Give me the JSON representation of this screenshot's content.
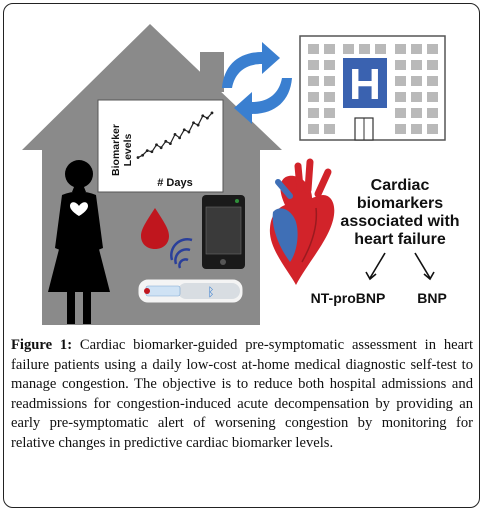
{
  "chart_panel": {
    "ylabel_line1": "Biomarker",
    "ylabel_line2": "Levels",
    "xlabel": "# Days",
    "trend": [
      0.18,
      0.22,
      0.3,
      0.28,
      0.4,
      0.35,
      0.46,
      0.42,
      0.58,
      0.52,
      0.66,
      0.62,
      0.78,
      0.74,
      0.9,
      0.86,
      0.95
    ]
  },
  "hospital": {
    "letter": "H"
  },
  "biomarkers": {
    "line1": "Cardiac",
    "line2": "biomarkers",
    "line3": "associated with",
    "line4": "heart failure",
    "marker1": "NT-proBNP",
    "marker2": "BNP"
  },
  "caption": {
    "label": "Figure 1:",
    "text": "Cardiac biomarker-guided pre-symptomatic assessment in heart failure patients using a daily low-cost at-home medical diagnostic self-test to manage congestion. The objective is to reduce both hospital admissions and readmissions for congestion-induced acute decompensation by providing an early pre-symptomatic alert of worsening congestion by monitoring for relative changes in predictive cardiac biomarker levels."
  },
  "colors": {
    "house": "#8a8a8a",
    "arrows": "#3a7fd0",
    "hospital_sign": "#3a62b0",
    "blood": "#c0161e",
    "heart_red": "#d2232a",
    "heart_blue": "#3f6fb6"
  }
}
